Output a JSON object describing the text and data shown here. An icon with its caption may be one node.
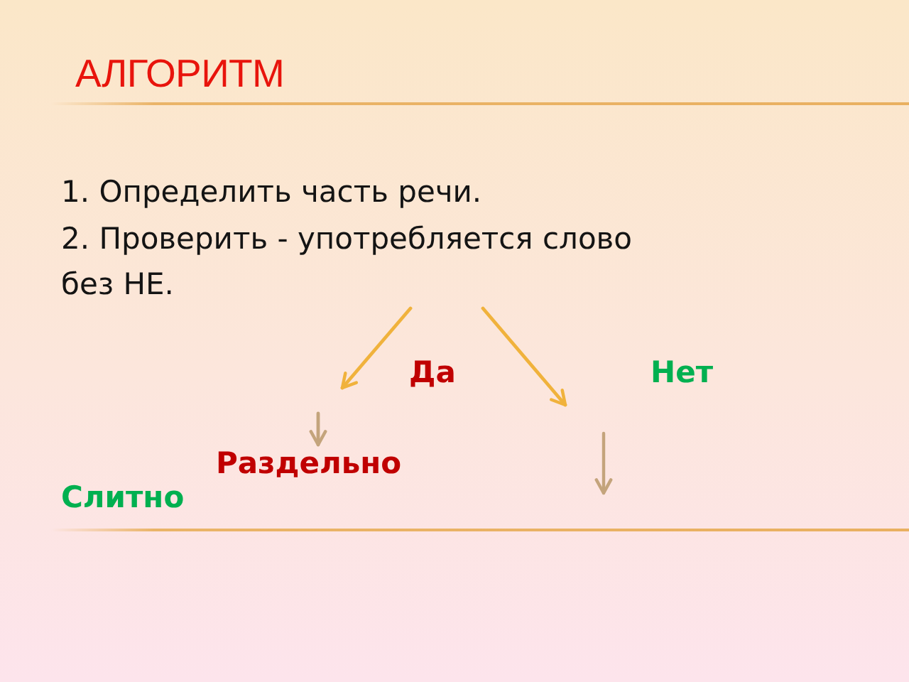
{
  "diagram": {
    "title": "АЛГОРИТМ",
    "nodes": [
      {
        "text": [
          "2. Проверить - употребляется слово без НЕ."
        ]
      },
      {
        "text": [
          "Раздельно"
        ]
      }
    ],
    "edges": [
      {
        "from": 0,
        "to": null,
        "arrow": "to"
      },
      {
        "from": 0,
        "to": null,
        "arrow": "to"
      },
      {
        "from": null,
        "to": 1,
        "arrow": "to",
        "color": "#c4a47c"
      }
    ],
    "labels": [
      "1. Определить часть речи.",
      "Да",
      "Нет",
      "Слитно"
    ]
  }
}
